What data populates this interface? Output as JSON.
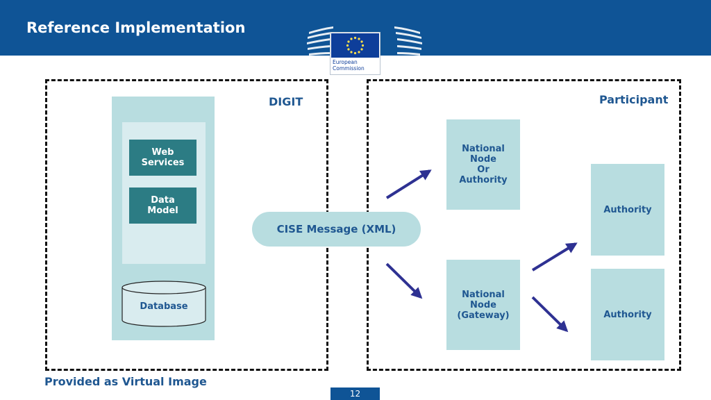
{
  "header": {
    "title": "Reference Implementation",
    "background": "#0f5496"
  },
  "logo": {
    "line1": "European",
    "line2": "Commission"
  },
  "digit": {
    "label": "DIGIT",
    "web_services": "Web\nServices",
    "data_model": "Data\nModel",
    "database": "Database"
  },
  "message": "CISE Message (XML)",
  "participant": {
    "label": "Participant",
    "node_top": "National\nNode\nOr\nAuthority",
    "node_bottom": "National\nNode\n(Gateway)",
    "authority_top": "Authority",
    "authority_bottom": "Authority"
  },
  "footer": {
    "note": "Provided as Virtual Image",
    "page": "12"
  },
  "colors": {
    "accent": "#1f5791",
    "box_fill": "#b8dde0",
    "button_fill": "#2c7c84",
    "arrow": "#2e3192"
  }
}
